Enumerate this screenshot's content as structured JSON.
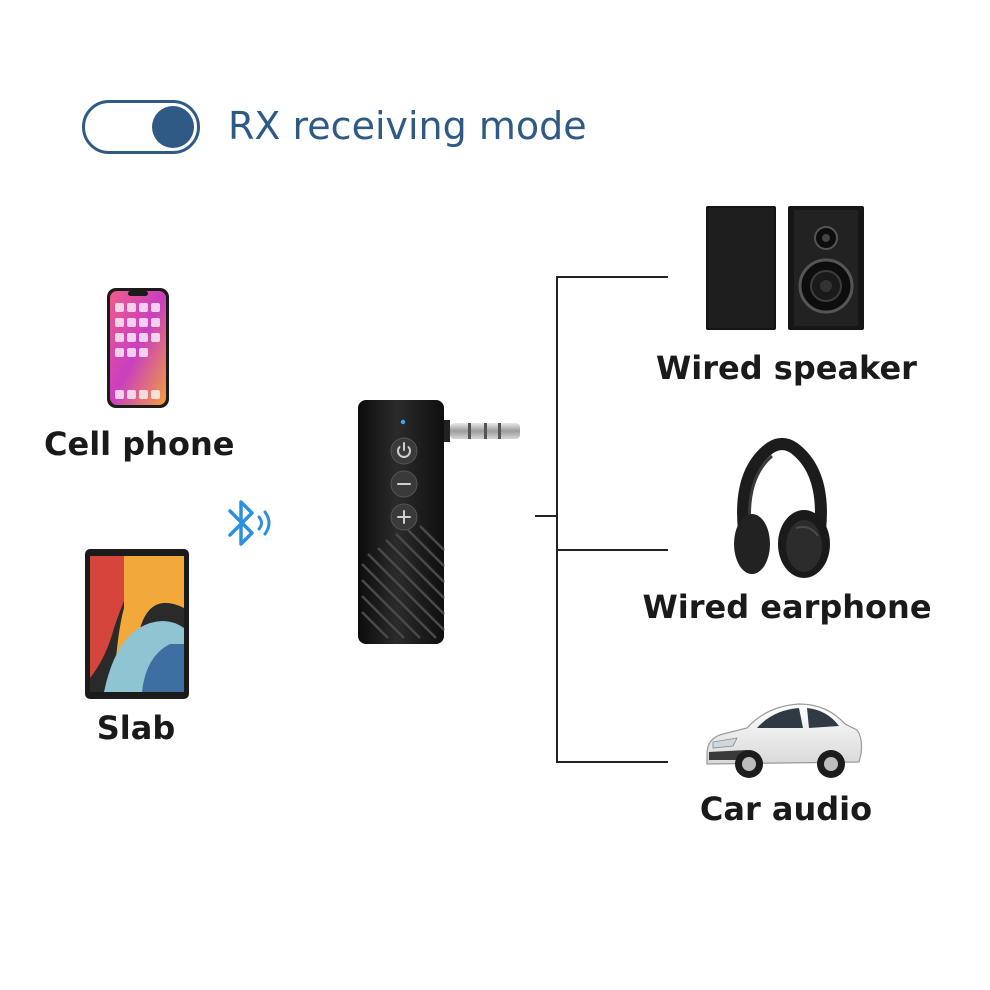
{
  "header": {
    "mode_label": "RX receiving mode",
    "toggle_state": "on",
    "accent_color": "#2f5a86"
  },
  "sources": [
    {
      "label": "Cell phone",
      "icon": "smartphone-icon"
    },
    {
      "label": "Slab",
      "icon": "tablet-icon"
    }
  ],
  "link": {
    "icon": "bluetooth-icon",
    "color": "#2e8fe0"
  },
  "device": {
    "icon": "bluetooth-receiver-icon",
    "buttons": [
      "power-icon",
      "minus-icon",
      "plus-icon"
    ],
    "plug": "audio-jack-icon"
  },
  "outputs": [
    {
      "label": "Wired speaker",
      "icon": "speaker-icon"
    },
    {
      "label": "Wired earphone",
      "icon": "headphones-icon"
    },
    {
      "label": "Car audio",
      "icon": "car-icon"
    }
  ]
}
